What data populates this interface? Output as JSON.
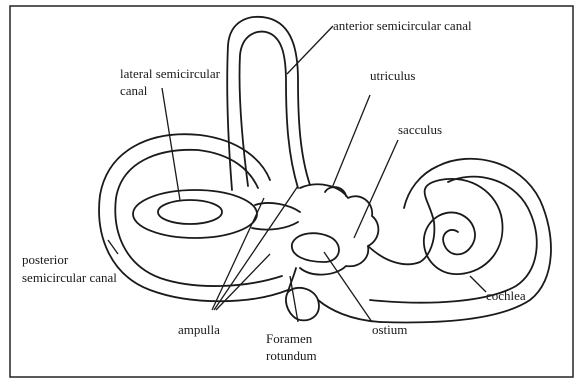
{
  "labels": {
    "anterior": "anterior semicircular canal",
    "lateral_1": "lateral semicircular",
    "lateral_2": "canal",
    "utriculus": "utriculus",
    "sacculus": "sacculus",
    "posterior_1": "posterior",
    "posterior_2": "semicircular canal",
    "cochlea": "cochlea",
    "ampulla": "ampulla",
    "foramen_1": "Foramen",
    "foramen_2": "rotundum",
    "ostium": "ostium"
  },
  "colors": {
    "ink": "#1a1a1a",
    "frame": "#222222",
    "background": "#ffffff"
  }
}
